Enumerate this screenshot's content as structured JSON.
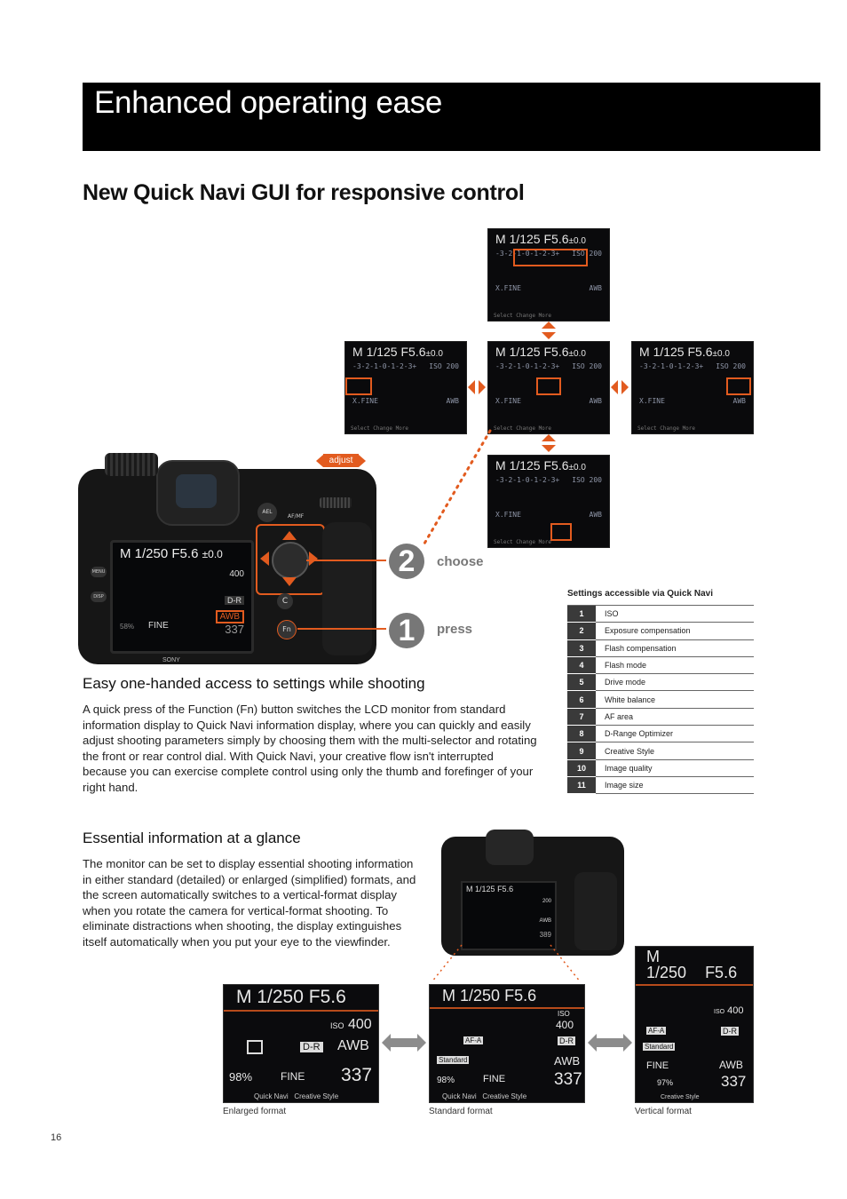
{
  "header": {
    "title": "Enhanced operating ease"
  },
  "section": {
    "title": "New Quick Navi GUI for responsive control"
  },
  "lcd_screens": {
    "mode": "M",
    "shutter": "1/125",
    "aperture": "F5.6",
    "ev": "±0.0",
    "iso_label": "ISO",
    "iso_value": "200",
    "wb": "AWB",
    "quality": "X.FINE",
    "footer": "Select  Change  More"
  },
  "diagram": {
    "adjust_label": "adjust",
    "choose_num": "2",
    "choose_label": "choose",
    "press_num": "1",
    "press_label": "press"
  },
  "camera_lcd": {
    "mode": "M",
    "shutter": "1/250",
    "aperture": "F5.6",
    "ev": "±0.0",
    "iso_value": "400",
    "wb": "AWB",
    "dro": "D-R",
    "quality": "FINE",
    "shots": "337",
    "battery": "58%",
    "buttons": {
      "fn": "Fn",
      "c": "C",
      "ael": "AEL",
      "afmf": "AF/MF",
      "menu": "MENU",
      "disp": "DISP"
    },
    "brand": "SONY"
  },
  "table": {
    "caption": "Settings accessible via Quick Navi",
    "rows": [
      {
        "num": "1",
        "label": "ISO"
      },
      {
        "num": "2",
        "label": "Exposure compensation"
      },
      {
        "num": "3",
        "label": "Flash compensation"
      },
      {
        "num": "4",
        "label": "Flash mode"
      },
      {
        "num": "5",
        "label": "Drive mode"
      },
      {
        "num": "6",
        "label": "White balance"
      },
      {
        "num": "7",
        "label": "AF area"
      },
      {
        "num": "8",
        "label": "D-Range Optimizer"
      },
      {
        "num": "9",
        "label": "Creative Style"
      },
      {
        "num": "10",
        "label": "Image quality"
      },
      {
        "num": "11",
        "label": "Image size"
      }
    ]
  },
  "easy": {
    "title": "Easy one-handed access to settings while shooting",
    "body": "A quick press of the Function (Fn) button switches the LCD monitor from standard information display to Quick Navi information display, where you can quickly and easily adjust shooting parameters simply by choosing them with the multi-selector and rotating the front or rear control dial. With Quick Navi, your creative flow isn't interrupted because you can exercise complete control using only the thumb and forefinger of your right hand."
  },
  "essential": {
    "title": "Essential information at a glance",
    "body": "The monitor can be set to display essential shooting information in either standard (detailed) or enlarged (simplified) formats, and the screen automatically switches to a vertical-format display when you rotate the camera for vertical-format shooting. To eliminate distractions when shooting, the display extinguishes itself automatically when you put your eye to the viewfinder."
  },
  "formats": {
    "mode": "M",
    "shutter": "1/250",
    "aperture": "F5.6",
    "iso_label": "ISO",
    "iso_value": "400",
    "wb": "AWB",
    "dro": "D-R",
    "afa": "AF-A",
    "standard": "Standard",
    "quality": "FINE",
    "shots": "337",
    "enlarged_battery": "98%",
    "standard_battery": "98%",
    "vertical_battery": "97%",
    "footer_fn": "Quick Navi",
    "footer_c": "Creative Style",
    "small_cam": {
      "mode": "M",
      "shutter": "1/125",
      "aperture": "F5.6",
      "shots": "389",
      "iso_value": "200",
      "wb": "AWB"
    },
    "captions": {
      "enlarged": "Enlarged format",
      "standard": "Standard format",
      "vertical": "Vertical format"
    }
  },
  "page_number": "16",
  "colors": {
    "accent": "#e25b1f",
    "banner": "#000000"
  }
}
